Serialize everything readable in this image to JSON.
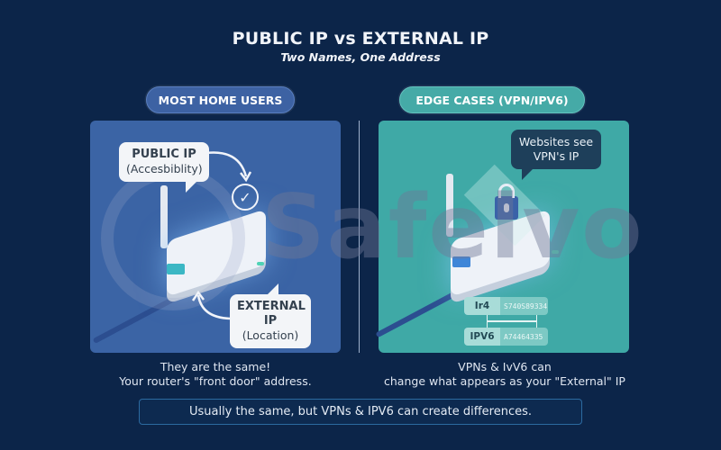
{
  "header": {
    "title": "PUBLIC IP vs EXTERNAL IP",
    "subtitle": "Two Names, One Address"
  },
  "left_panel": {
    "badge": "MOST HOME USERS",
    "color": "#3b64a5",
    "bubble_top": {
      "line1": "PUBLIC IP",
      "line2": "(Accesbiblity)"
    },
    "bubble_bottom": {
      "line1": "EXTERNAL IP",
      "line2": "(Location)"
    },
    "icons": [
      "router-icon",
      "check-circle-icon",
      "curved-arrow-icon",
      "cable-icon"
    ],
    "caption": {
      "line1": "They are the same!",
      "line2": "Your router's \"front door\" address."
    }
  },
  "right_panel": {
    "badge": "EDGE CASES (VPN/IPV6)",
    "color": "#3fa9a6",
    "bubble": {
      "line1": "Websites see",
      "line2": "VPN's IP"
    },
    "icons": [
      "router-icon",
      "lock-icon",
      "vpn-layer-icon",
      "cable-icon"
    ],
    "ip_table": [
      {
        "label": "Ir4",
        "value": "S740S89334"
      },
      {
        "label": "IPV6",
        "value": "A74464335"
      }
    ],
    "caption": {
      "line1": "VPNs & IvV6 can",
      "line2": "change what appears as your \"External\" IP"
    }
  },
  "watermark": "Safelvo",
  "footer": {
    "note": "Usually the same, but VPNs & IPV6 can create differences."
  },
  "colors": {
    "background": "#0c2549",
    "left_accent": "#3d62a3",
    "right_accent": "#45aaa7"
  }
}
